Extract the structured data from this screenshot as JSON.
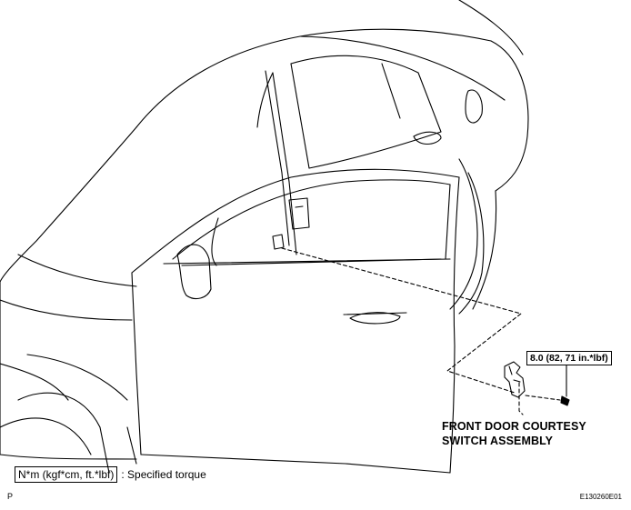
{
  "diagram": {
    "torque_spec": "8.0 (82, 71 in.*lbf)",
    "part_label_line1": "FRONT DOOR COURTESY",
    "part_label_line2": "SWITCH ASSEMBLY",
    "legend_units": "N*m (kgf*cm, ft.*lbf)",
    "legend_text": ": Specified torque",
    "corner_left_code": "P",
    "figure_code": "E130260E01"
  }
}
